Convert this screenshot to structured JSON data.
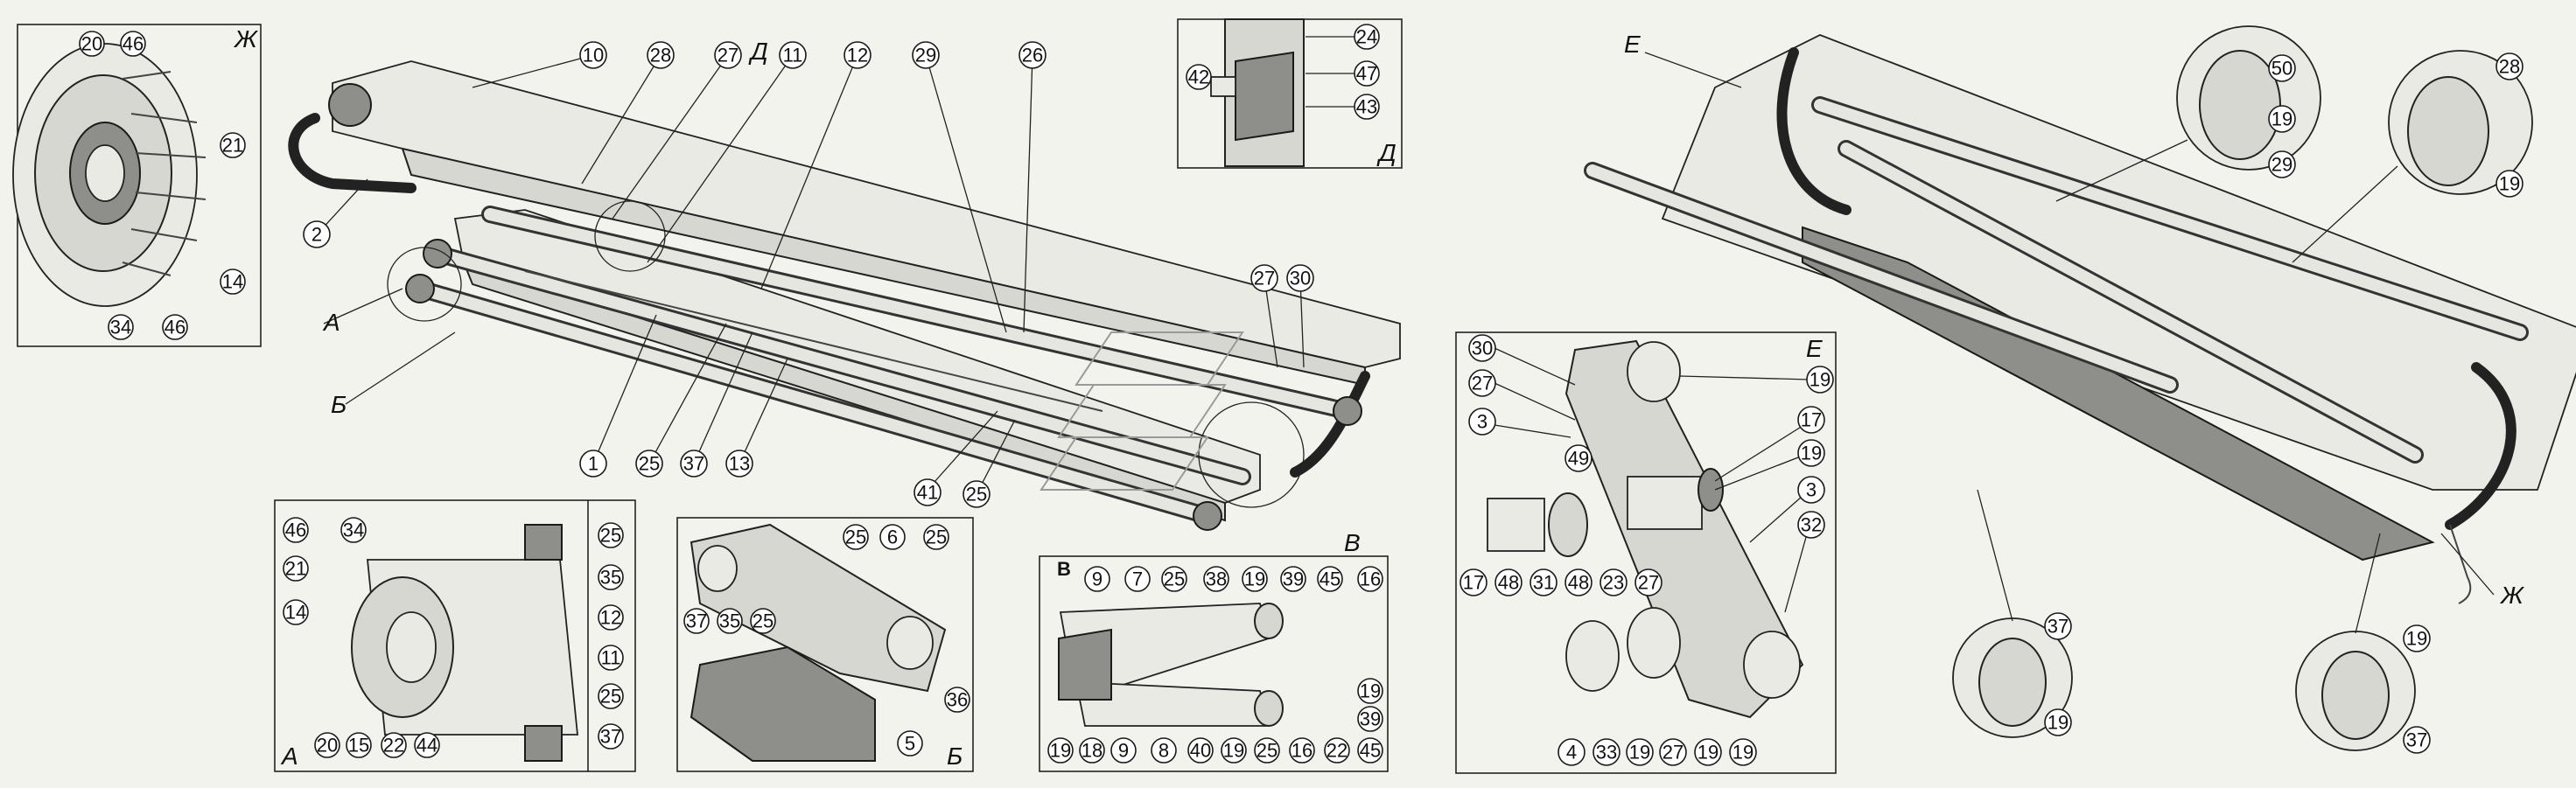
{
  "views": {
    "zh": "Ж",
    "d": "Д",
    "e": "Е",
    "a": "А",
    "b": "Б",
    "v": "В"
  },
  "callouts": {
    "zh": [
      "20",
      "46",
      "21",
      "14",
      "34",
      "46"
    ],
    "main": [
      "10",
      "28",
      "27",
      "11",
      "12",
      "29",
      "26",
      "2",
      "1",
      "25",
      "37",
      "13",
      "41",
      "25",
      "27",
      "30"
    ],
    "main_letters": [
      "Д",
      "А",
      "Б",
      "Е",
      "Ж",
      "В"
    ],
    "d": [
      "24",
      "47",
      "43",
      "42"
    ],
    "e_panel": [
      "30",
      "27",
      "3",
      "49",
      "17",
      "19",
      "3",
      "32",
      "19",
      "17",
      "48",
      "31",
      "48",
      "23",
      "27",
      "4",
      "33",
      "19",
      "27",
      "19",
      "19"
    ],
    "right": [
      "50",
      "19",
      "29",
      "28",
      "19",
      "37",
      "19",
      "19",
      "37"
    ],
    "a": [
      "46",
      "34",
      "21",
      "14",
      "20",
      "15",
      "22",
      "44",
      "25",
      "35",
      "12",
      "11",
      "25",
      "37"
    ],
    "b": [
      "25",
      "6",
      "25",
      "37",
      "35",
      "25",
      "36",
      "5"
    ],
    "v": [
      "9",
      "7",
      "25",
      "38",
      "19",
      "39",
      "45",
      "16",
      "19",
      "19",
      "18",
      "9",
      "8",
      "40",
      "19",
      "25",
      "16",
      "22",
      "45",
      "39"
    ]
  }
}
